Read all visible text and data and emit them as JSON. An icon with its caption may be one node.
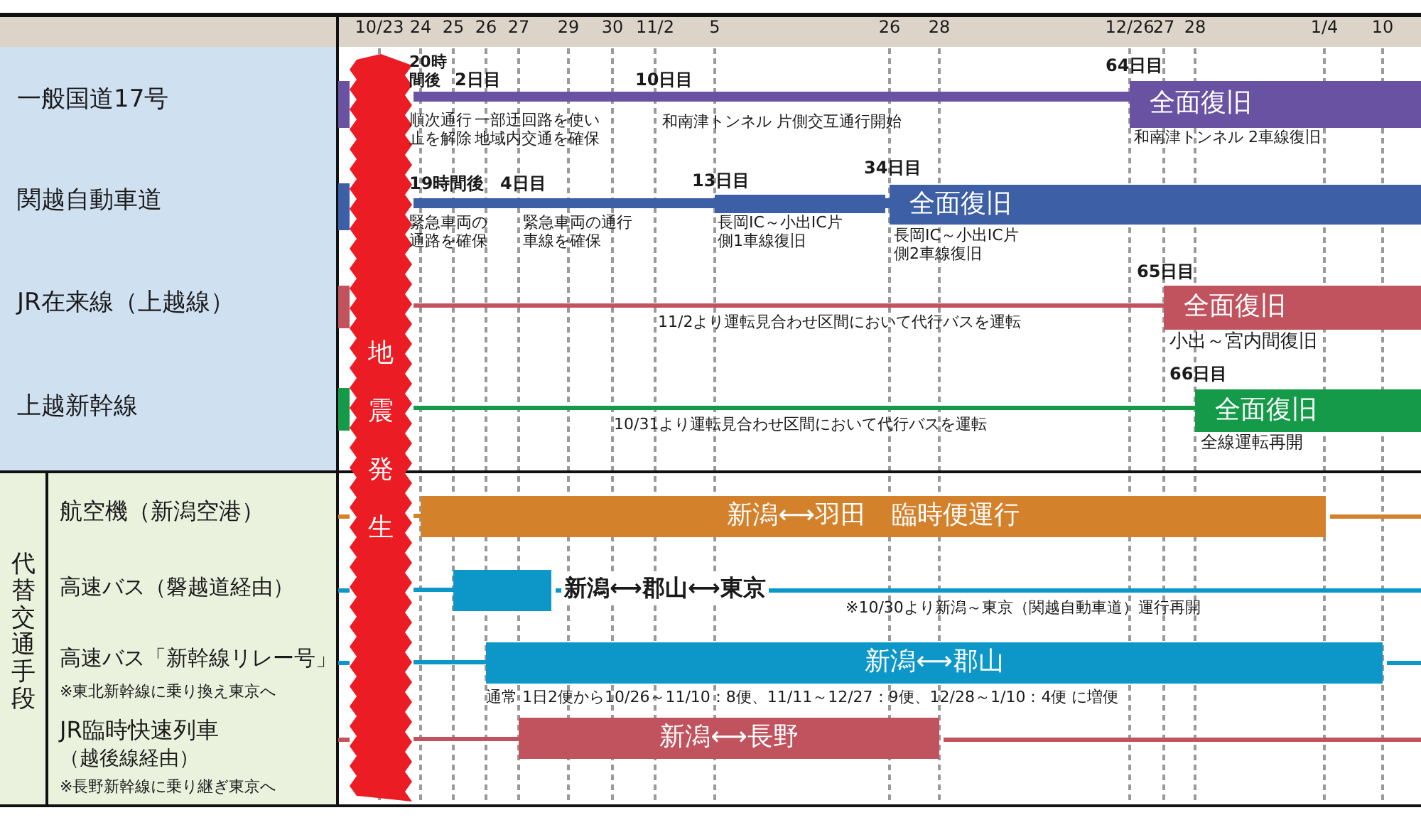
{
  "diagram": {
    "nodes": [
      {
        "text": [
          "地震発生"
        ]
      },
      {
        "text": [
          "全面復旧"
        ],
        "beside": [
          "64日目",
          "和南津トンネル 2車線復旧"
        ]
      },
      {
        "text": [
          "全面復旧"
        ],
        "beside": [
          "34日目",
          "長岡IC～小出IC片側2車線復旧"
        ]
      },
      {
        "text": [
          "全面復旧"
        ],
        "beside": [
          "65日目",
          "小出～宮内間復旧"
        ]
      },
      {
        "text": [
          "全面復旧"
        ],
        "beside": [
          "66日目",
          "全線運転再開"
        ]
      },
      {
        "text": [
          "新潟⟷羽田　臨時便運行"
        ]
      },
      {
        "text": [],
        "shape": "bar",
        "beside": [
          "新潟⟷郡山⟷東京"
        ]
      },
      {
        "text": [
          "新潟⟷郡山"
        ]
      },
      {
        "text": [
          "新潟⟷長野"
        ]
      }
    ],
    "edges": [
      {
        "from": 0,
        "to": 1,
        "arrow": "none",
        "style": "thick",
        "color": "#6a52a3"
      },
      {
        "from": 0,
        "to": 2,
        "arrow": "none",
        "style": "thick",
        "color": "#3d5fa6"
      },
      {
        "from": 0,
        "to": 3,
        "arrow": "none",
        "color": "#c0535e"
      },
      {
        "from": 0,
        "to": 4,
        "arrow": "none",
        "color": "#149a48"
      },
      {
        "from": 0,
        "to": 5,
        "arrow": "none",
        "color": "#d4812c"
      },
      {
        "from": 0,
        "to": 6,
        "arrow": "none",
        "color": "#0c97c8"
      },
      {
        "from": 0,
        "to": 7,
        "arrow": "none",
        "color": "#0c97c8"
      },
      {
        "from": 0,
        "to": 8,
        "arrow": "none",
        "color": "#c0535e"
      }
    ],
    "labels": [
      "10/23",
      "24",
      "25",
      "26",
      "27",
      "29",
      "30",
      "11/2",
      "5",
      "26",
      "28",
      "12/26",
      "27",
      "28",
      "1/4",
      "10",
      "一般国道17号",
      "20時間後",
      "2日目",
      "10日目",
      "順次通行止を解除",
      "一部迂回路を使い地域内交通を確保",
      "和南津トンネル 片側交互通行開始",
      "関越自動車道",
      "19時間後",
      "4日目",
      "13日目",
      "緊急車両の通路を確保",
      "緊急車両の通行車線を確保",
      "長岡IC～小出IC片側1車線復旧",
      "JR在来線（上越線）",
      "11/2より運転見合わせ区間において代行バスを運転",
      "上越新幹線",
      "10/31より運転見合わせ区間において代行バスを運転",
      "代替交通手段",
      "航空機（新潟空港）",
      "高速バス（磐越道経由）",
      "※10/30より新潟～東京（関越自動車道）運行再開",
      "高速バス「新幹線リレー号」",
      "※東北新幹線に乗り換え東京へ",
      "通常 1日2便から10/26～11/10：8便、11/11～12/27：9便、12/28～1/10：4便 に増便",
      "JR臨時快速列車",
      "（越後線経由）",
      "※長野新幹線に乗り継ぎ東京へ"
    ]
  }
}
